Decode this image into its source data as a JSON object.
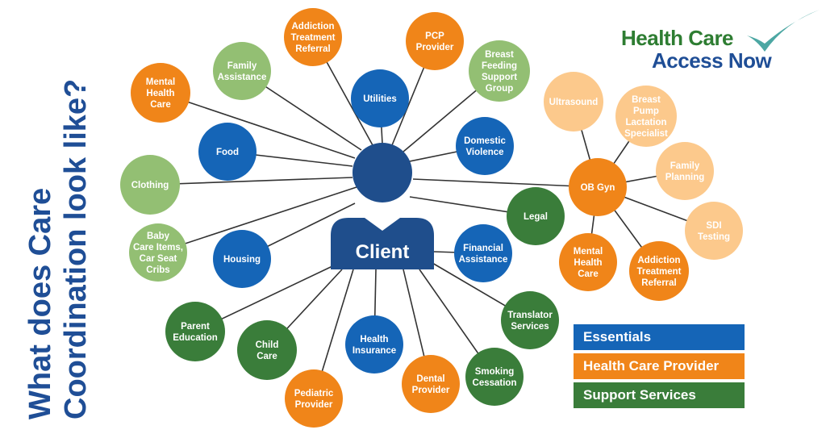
{
  "title": {
    "line1": "What does Care",
    "line2": "Coordination look like?"
  },
  "logo": {
    "health": "Health",
    "care": "Care",
    "access": "Access",
    "now": "Now"
  },
  "colors": {
    "essentials": "#1565b7",
    "provider": "#f08519",
    "support": "#3a7d3a",
    "support_light": "#93bf73",
    "provider_light": "#fcc98c",
    "client": "#1f4e8c",
    "title": "#1f4e96",
    "line": "#333333"
  },
  "legend": [
    {
      "label": "Essentials",
      "color": "#1565b7"
    },
    {
      "label": "Health Care Provider",
      "color": "#f08519"
    },
    {
      "label": "Support Services",
      "color": "#3a7d3a"
    }
  ],
  "client": {
    "label": "Client"
  },
  "nodes": {
    "addiction_top": [
      "Addiction",
      "Treatment",
      "Referral"
    ],
    "pcp": [
      "PCP",
      "Provider"
    ],
    "breastfeeding": [
      "Breast",
      "Feeding",
      "Support",
      "Group"
    ],
    "family_assistance": [
      "Family",
      "Assistance"
    ],
    "mental_health_left": [
      "Mental",
      "Health",
      "Care"
    ],
    "utilities": [
      "Utilities"
    ],
    "domestic_violence": [
      "Domestic",
      "Violence"
    ],
    "food": [
      "Food"
    ],
    "clothing": [
      "Clothing"
    ],
    "baby_care": [
      "Baby",
      "Care Items,",
      "Car Seat",
      "Cribs"
    ],
    "housing": [
      "Housing"
    ],
    "legal": [
      "Legal"
    ],
    "financial": [
      "Financial",
      "Assistance"
    ],
    "parent_education": [
      "Parent",
      "Education"
    ],
    "child_care": [
      "Child",
      "Care"
    ],
    "pediatric": [
      "Pediatric",
      "Provider"
    ],
    "health_insurance": [
      "Health",
      "Insurance"
    ],
    "dental": [
      "Dental",
      "Provider"
    ],
    "smoking": [
      "Smoking",
      "Cessation"
    ],
    "translator": [
      "Translator",
      "Services"
    ],
    "obgyn": [
      "OB Gyn"
    ],
    "ultrasound": [
      "Ultrasound"
    ],
    "breast_pump": [
      "Breast",
      "Pump",
      "Lactation",
      "Specialist"
    ],
    "family_planning": [
      "Family",
      "Planning"
    ],
    "sdi": [
      "SDI",
      "Testing"
    ],
    "mental_health_right": [
      "Mental",
      "Health",
      "Care"
    ],
    "addiction_right": [
      "Addiction",
      "Treatment",
      "Referral"
    ]
  }
}
